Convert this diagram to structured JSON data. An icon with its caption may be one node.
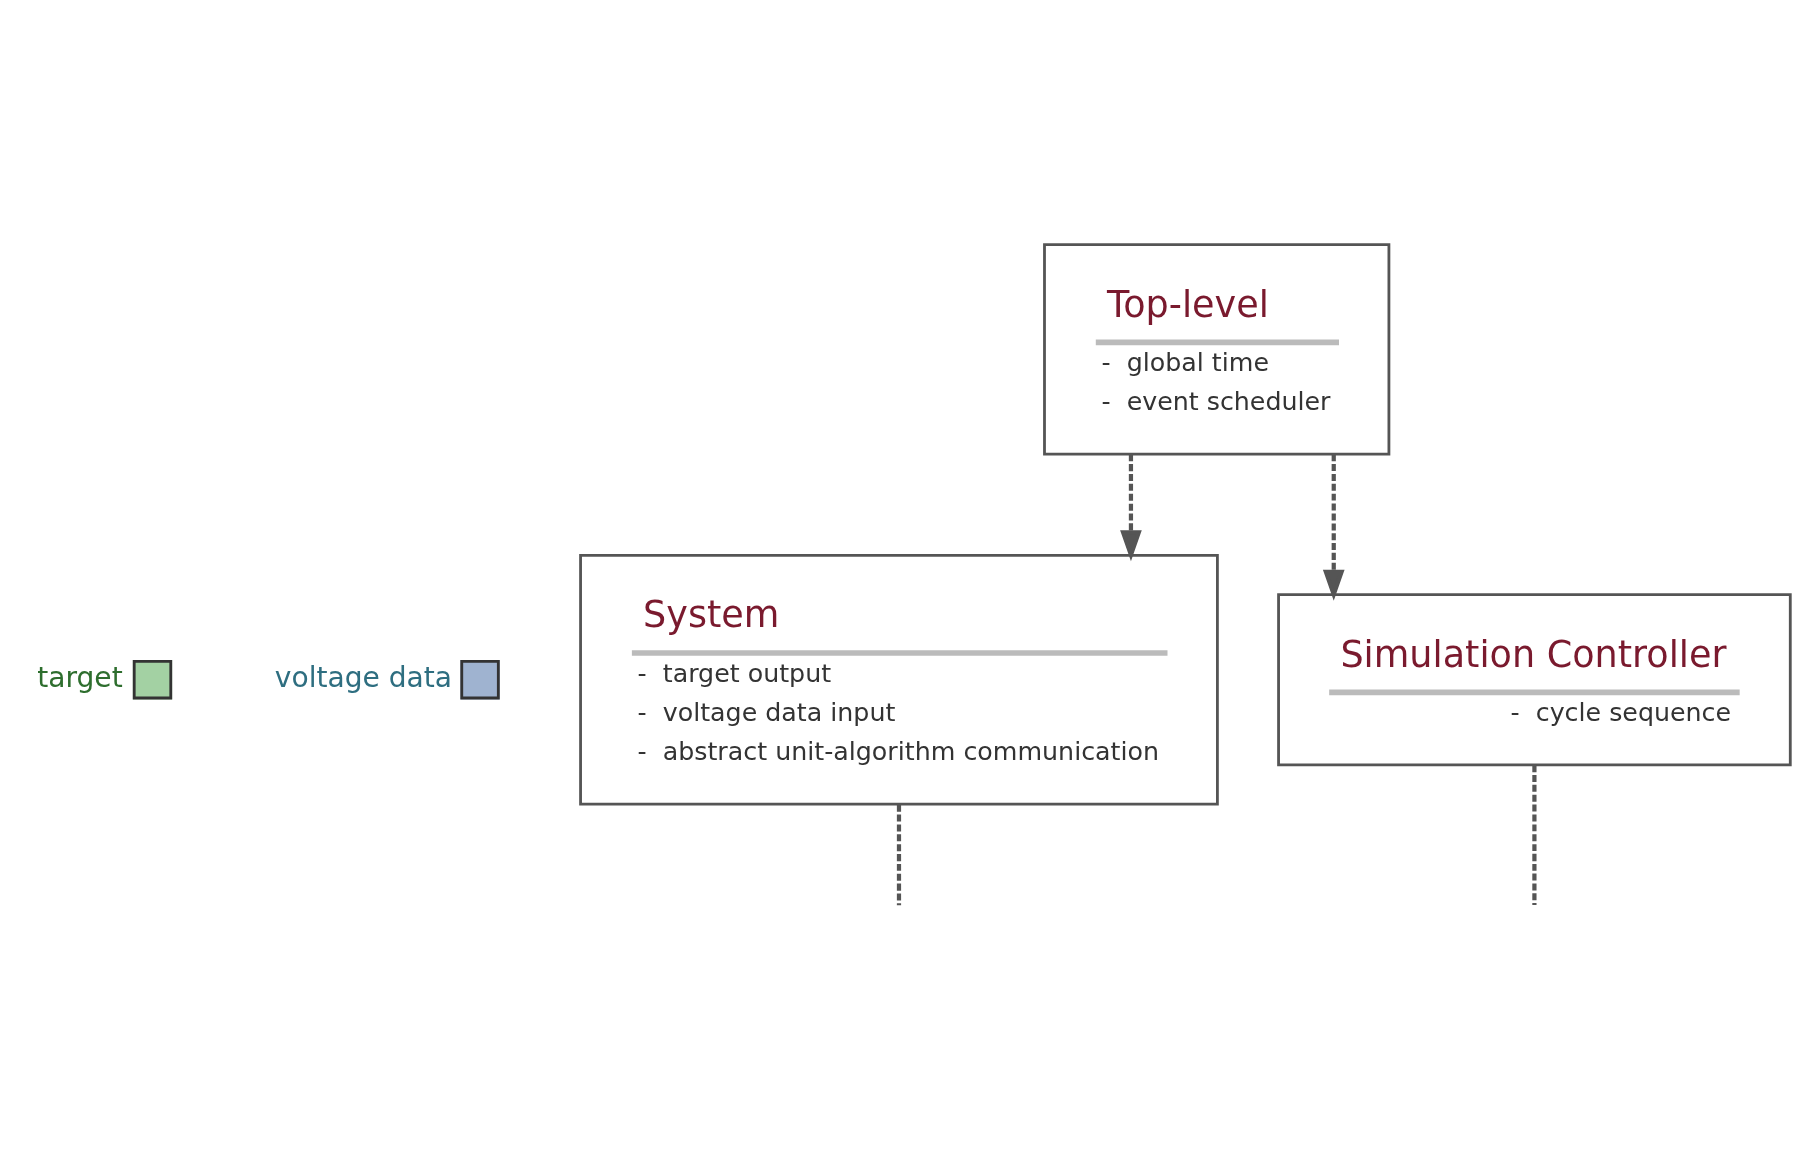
{
  "diagram": {
    "nodes": [
      {
        "text": [
          "Top-level",
          "-  global time",
          "-  event scheduler"
        ]
      },
      {
        "text": [
          "System",
          "-  target output",
          "-  voltage data input",
          "-  abstract unit-algorithm communication"
        ]
      },
      {
        "text": [
          "Simulation Controller",
          "-  cycle sequence"
        ]
      },
      {
        "text": [],
        "shape": "box",
        "beside": [
          "target"
        ]
      },
      {
        "text": [],
        "shape": "box",
        "beside": [
          "voltage data"
        ]
      }
    ],
    "edges": [
      {
        "from": 0,
        "to": 1,
        "arrow": "to",
        "style": "dashed"
      },
      {
        "from": 0,
        "to": 2,
        "arrow": "to",
        "style": "dashed"
      },
      {
        "from": 1,
        "to": null,
        "arrow": "none",
        "style": "dashed"
      },
      {
        "from": 2,
        "to": null,
        "arrow": "none",
        "style": "dashed"
      }
    ]
  }
}
